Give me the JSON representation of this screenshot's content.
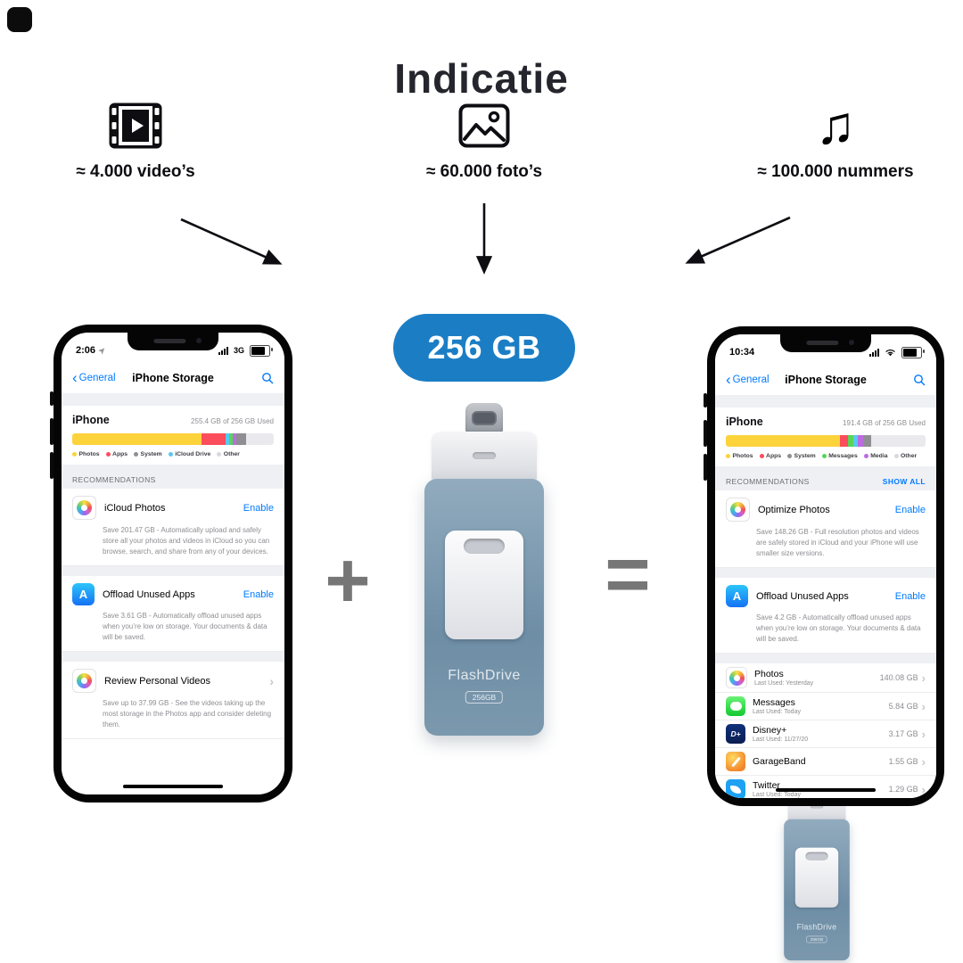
{
  "title": "Indicatie",
  "badge": "256 GB",
  "features": [
    {
      "icon": "film-icon",
      "label": "≈ 4.000 video’s"
    },
    {
      "icon": "photo-icon",
      "label": "≈ 60.000 foto’s"
    },
    {
      "icon": "music-note-icon",
      "label": "≈ 100.000 nummers"
    }
  ],
  "operators": {
    "plus": "+",
    "equals": "="
  },
  "glyphs": {
    "back_chevron": "‹",
    "chevron_right": "›",
    "location_arrow": "➤",
    "music_note": "♫"
  },
  "colors": {
    "badge_blue": "#1b7ec5",
    "ios_link_blue": "#007aff",
    "operator_gray": "#767676",
    "drive_blue": "#7e9ab0"
  },
  "flashdrive": {
    "brand": "FlashDrive",
    "capacity_label": "256GB"
  },
  "left_phone": {
    "time": "2:06",
    "network": "3G",
    "nav": {
      "back": "General",
      "title": "iPhone Storage"
    },
    "device": "iPhone",
    "usage": "255.4 GB of 256 GB Used",
    "segments": [
      {
        "color": "#fdd33c",
        "pct": 64
      },
      {
        "color": "#fc4d5c",
        "pct": 12
      },
      {
        "color": "#58c8f2",
        "pct": 2
      },
      {
        "color": "#5ad45a",
        "pct": 1.5
      },
      {
        "color": "#bc6be0",
        "pct": 2
      },
      {
        "color": "#8e8e93",
        "pct": 5
      }
    ],
    "legend": [
      {
        "label": "Photos",
        "color": "#fdd33c"
      },
      {
        "label": "Apps",
        "color": "#fc4d5c"
      },
      {
        "label": "System",
        "color": "#8e8e93"
      },
      {
        "label": "iCloud Drive",
        "color": "#58c8f2"
      },
      {
        "label": "Other",
        "color": "#d8d8dd"
      }
    ],
    "rec_label": "RECOMMENDATIONS",
    "recs": [
      {
        "name": "iCloud Photos",
        "action": "Enable",
        "desc": "Save 201.47 GB - Automatically upload and safely store all your photos and videos in iCloud so you can browse, search, and share from any of your devices."
      },
      {
        "name": "Offload Unused Apps",
        "action": "Enable",
        "desc": "Save 3.61 GB - Automatically offload unused apps when you’re low on storage. Your documents & data will be saved."
      },
      {
        "name": "Review Personal Videos",
        "action": "›",
        "desc": "Save up to 37.99 GB - See the videos taking up the most storage in the Photos app and consider deleting them."
      }
    ]
  },
  "right_phone": {
    "time": "10:34",
    "nav": {
      "back": "General",
      "title": "iPhone Storage"
    },
    "device": "iPhone",
    "usage": "191.4 GB of 256 GB Used",
    "segments": [
      {
        "color": "#fdd33c",
        "pct": 57
      },
      {
        "color": "#fc4d5c",
        "pct": 4
      },
      {
        "color": "#5ad45a",
        "pct": 3
      },
      {
        "color": "#58c8f2",
        "pct": 2
      },
      {
        "color": "#bc6be0",
        "pct": 3
      },
      {
        "color": "#8e8e93",
        "pct": 4
      }
    ],
    "legend": [
      {
        "label": "Photos",
        "color": "#fdd33c"
      },
      {
        "label": "Apps",
        "color": "#fc4d5c"
      },
      {
        "label": "System",
        "color": "#8e8e93"
      },
      {
        "label": "Messages",
        "color": "#5ad45a"
      },
      {
        "label": "Media",
        "color": "#bc6be0"
      },
      {
        "label": "Other",
        "color": "#d8d8dd"
      }
    ],
    "rec_label": "RECOMMENDATIONS",
    "show_all": "SHOW ALL",
    "recs": [
      {
        "name": "Optimize Photos",
        "action": "Enable",
        "desc": "Save 148.26 GB - Full resolution photos and videos are safely stored in iCloud and your iPhone will use smaller size versions."
      },
      {
        "name": "Offload Unused Apps",
        "action": "Enable",
        "desc": "Save 4.2 GB - Automatically offload unused apps when you’re low on storage. Your documents & data will be saved."
      }
    ],
    "apps": [
      {
        "name": "Photos",
        "sub": "Last Used: Yesterday",
        "size": "140.08 GB"
      },
      {
        "name": "Messages",
        "sub": "Last Used: Today",
        "size": "5.84 GB"
      },
      {
        "name": "Disney+",
        "sub": "Last Used: 11/27/20",
        "size": "3.17 GB"
      },
      {
        "name": "GarageBand",
        "sub": "",
        "size": "1.55 GB"
      },
      {
        "name": "Twitter",
        "sub": "Last Used: Today",
        "size": "1.29 GB"
      }
    ]
  }
}
